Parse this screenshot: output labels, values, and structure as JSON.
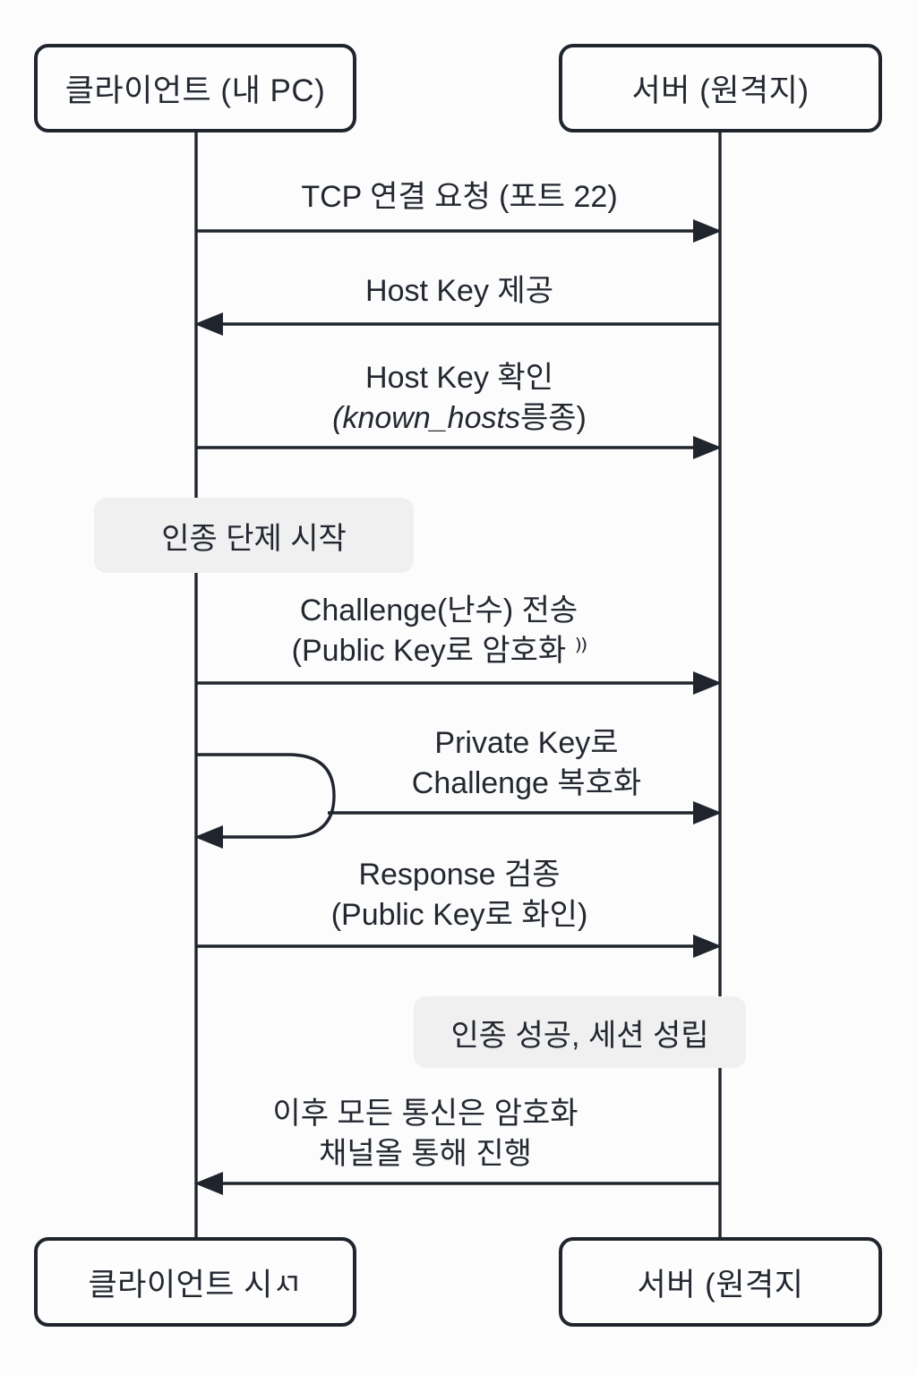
{
  "diagram": {
    "actors": {
      "client_top": "클라이언트 (내 PC)",
      "server_top": "서버 (원격지)",
      "client_bottom": "클라이언트 시ㅺ",
      "server_bottom": "서버 (원격지"
    },
    "notes": {
      "auth_start": "인종 단제 시작",
      "auth_success": "인종 성공, 세션 성립"
    },
    "messages": {
      "tcp_request": {
        "line1": "TCP 연결 요청 (포트 22)",
        "direction": "client-to-server"
      },
      "host_key_provide": {
        "line1": "Host Key 제공",
        "direction": "server-to-client"
      },
      "host_key_check": {
        "line1": "Host Key 확인",
        "line2_italic": "(known_hosts",
        "line2_rest": "릉종)",
        "direction": "client-to-server"
      },
      "challenge_send": {
        "line1": "Challenge(난수) 전송",
        "line2": "(Public Key로 암호화",
        "suffix_mark": "⁾⁾",
        "direction": "client-to-server"
      },
      "private_key_decrypt": {
        "line1": "Private Key로",
        "line2": "Challenge 복호화",
        "direction": "self-loop-then-server"
      },
      "response_verify": {
        "line1": "Response 검종",
        "line2": "(Public Key로 화인)",
        "direction": "client-to-server"
      },
      "encrypted_channel": {
        "line1": "이후 모든 통신은 암호화",
        "line2": "채널올 통해 진행",
        "direction": "server-to-client"
      }
    },
    "colors": {
      "background": "#fcfcfc",
      "line": "#20252d",
      "text": "#232830",
      "note_background": "#f0f0f1",
      "box_background": "#fdfdfd"
    }
  }
}
